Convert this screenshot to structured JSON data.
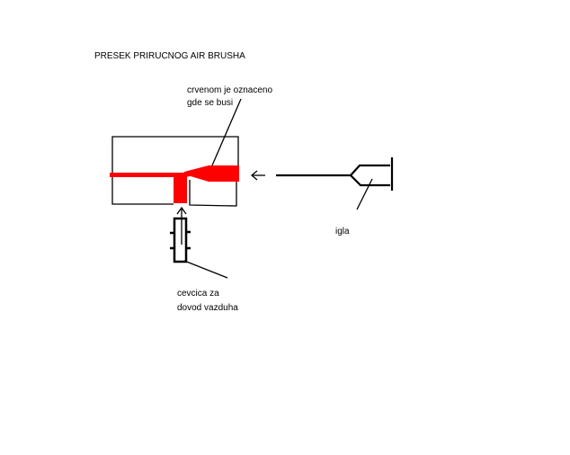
{
  "title": "PRESEK PRIRUCNOG AIR BRUSHA",
  "annotations": {
    "drill_note_line1": "crvenom je oznaceno",
    "drill_note_line2": "gde se busi",
    "needle": "igla",
    "tube_line1": "cevcica za",
    "tube_line2": "dovod vazduha"
  },
  "colors": {
    "drill": "#ff0000",
    "ink": "#000000"
  }
}
